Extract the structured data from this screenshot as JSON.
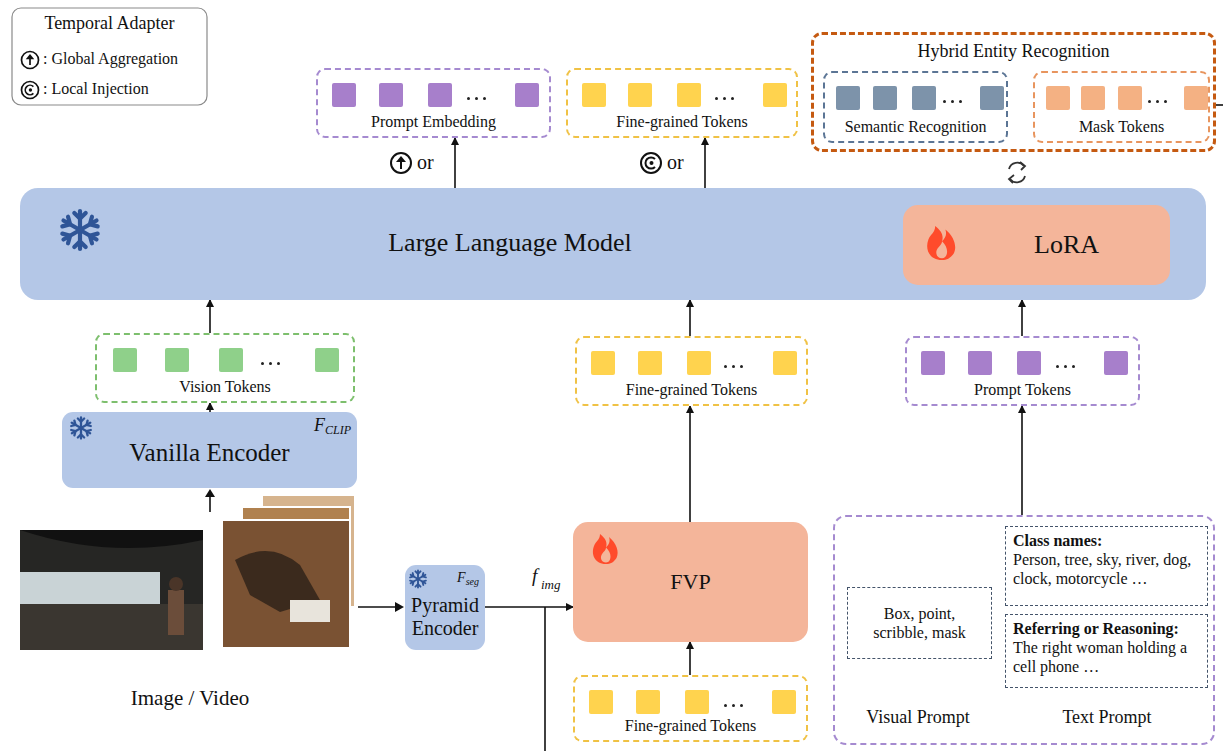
{
  "diagram": {
    "nodes": [
      {
        "text": [
          "Prompt Embedding"
        ]
      },
      {
        "text": [
          "Fine-grained Tokens"
        ]
      },
      {
        "text": [
          "Hybrid Entity Recognition"
        ]
      },
      {
        "text": [
          "Semantic Recognition"
        ],
        "in": 2
      },
      {
        "text": [
          "Mask Tokens"
        ],
        "in": 2
      },
      {
        "text": [
          "Large Language Model"
        ]
      },
      {
        "text": [
          "LoRA"
        ],
        "in": 5
      },
      {
        "text": [
          "Vision Tokens"
        ]
      },
      {
        "text": [
          "Fine-grained Tokens"
        ]
      },
      {
        "text": [
          "Prompt Tokens"
        ]
      },
      {
        "text": [
          "Vanilla Encoder",
          "F",
          "CLIP"
        ]
      },
      {
        "text": [
          "Pyramid Encoder",
          "F",
          "seg"
        ]
      },
      {
        "text": [
          "FVP"
        ]
      },
      {
        "text": [
          "Fine-grained Tokens"
        ]
      },
      {
        "text": [
          "Visual Prompt",
          "Text Prompt"
        ]
      },
      {
        "text": [
          "Box, point, scribble, mask"
        ],
        "in": 14
      },
      {
        "text": [
          "Class names:",
          "Person, tree, sky, river, dog, clock, motorcycle …"
        ],
        "in": 14
      },
      {
        "text": [
          "Referring or Reasoning:",
          "The right woman holding a cell phone …"
        ],
        "in": 14
      }
    ],
    "edges": [
      {
        "from": 10,
        "to": 7,
        "arrow": "to"
      },
      {
        "from": 7,
        "to": 5,
        "arrow": "to"
      },
      {
        "from": 13,
        "to": 12,
        "arrow": "to"
      },
      {
        "from": 12,
        "to": 8,
        "arrow": "to"
      },
      {
        "from": 8,
        "to": 5,
        "arrow": "to"
      },
      {
        "from": 14,
        "to": 9,
        "arrow": "to"
      },
      {
        "from": 9,
        "to": 5,
        "arrow": "to"
      },
      {
        "from": 11,
        "to": 12,
        "arrow": "to"
      },
      {
        "from": 5,
        "to": 0,
        "arrow": "to"
      },
      {
        "from": 5,
        "to": 1,
        "arrow": "to"
      }
    ],
    "labels": [
      "Temporal Adapter",
      "or",
      "or",
      "f",
      "img",
      "Image / Video"
    ],
    "legend": [
      {
        "text": ": Global Aggregation"
      },
      {
        "text": ": Local Injection"
      }
    ]
  }
}
